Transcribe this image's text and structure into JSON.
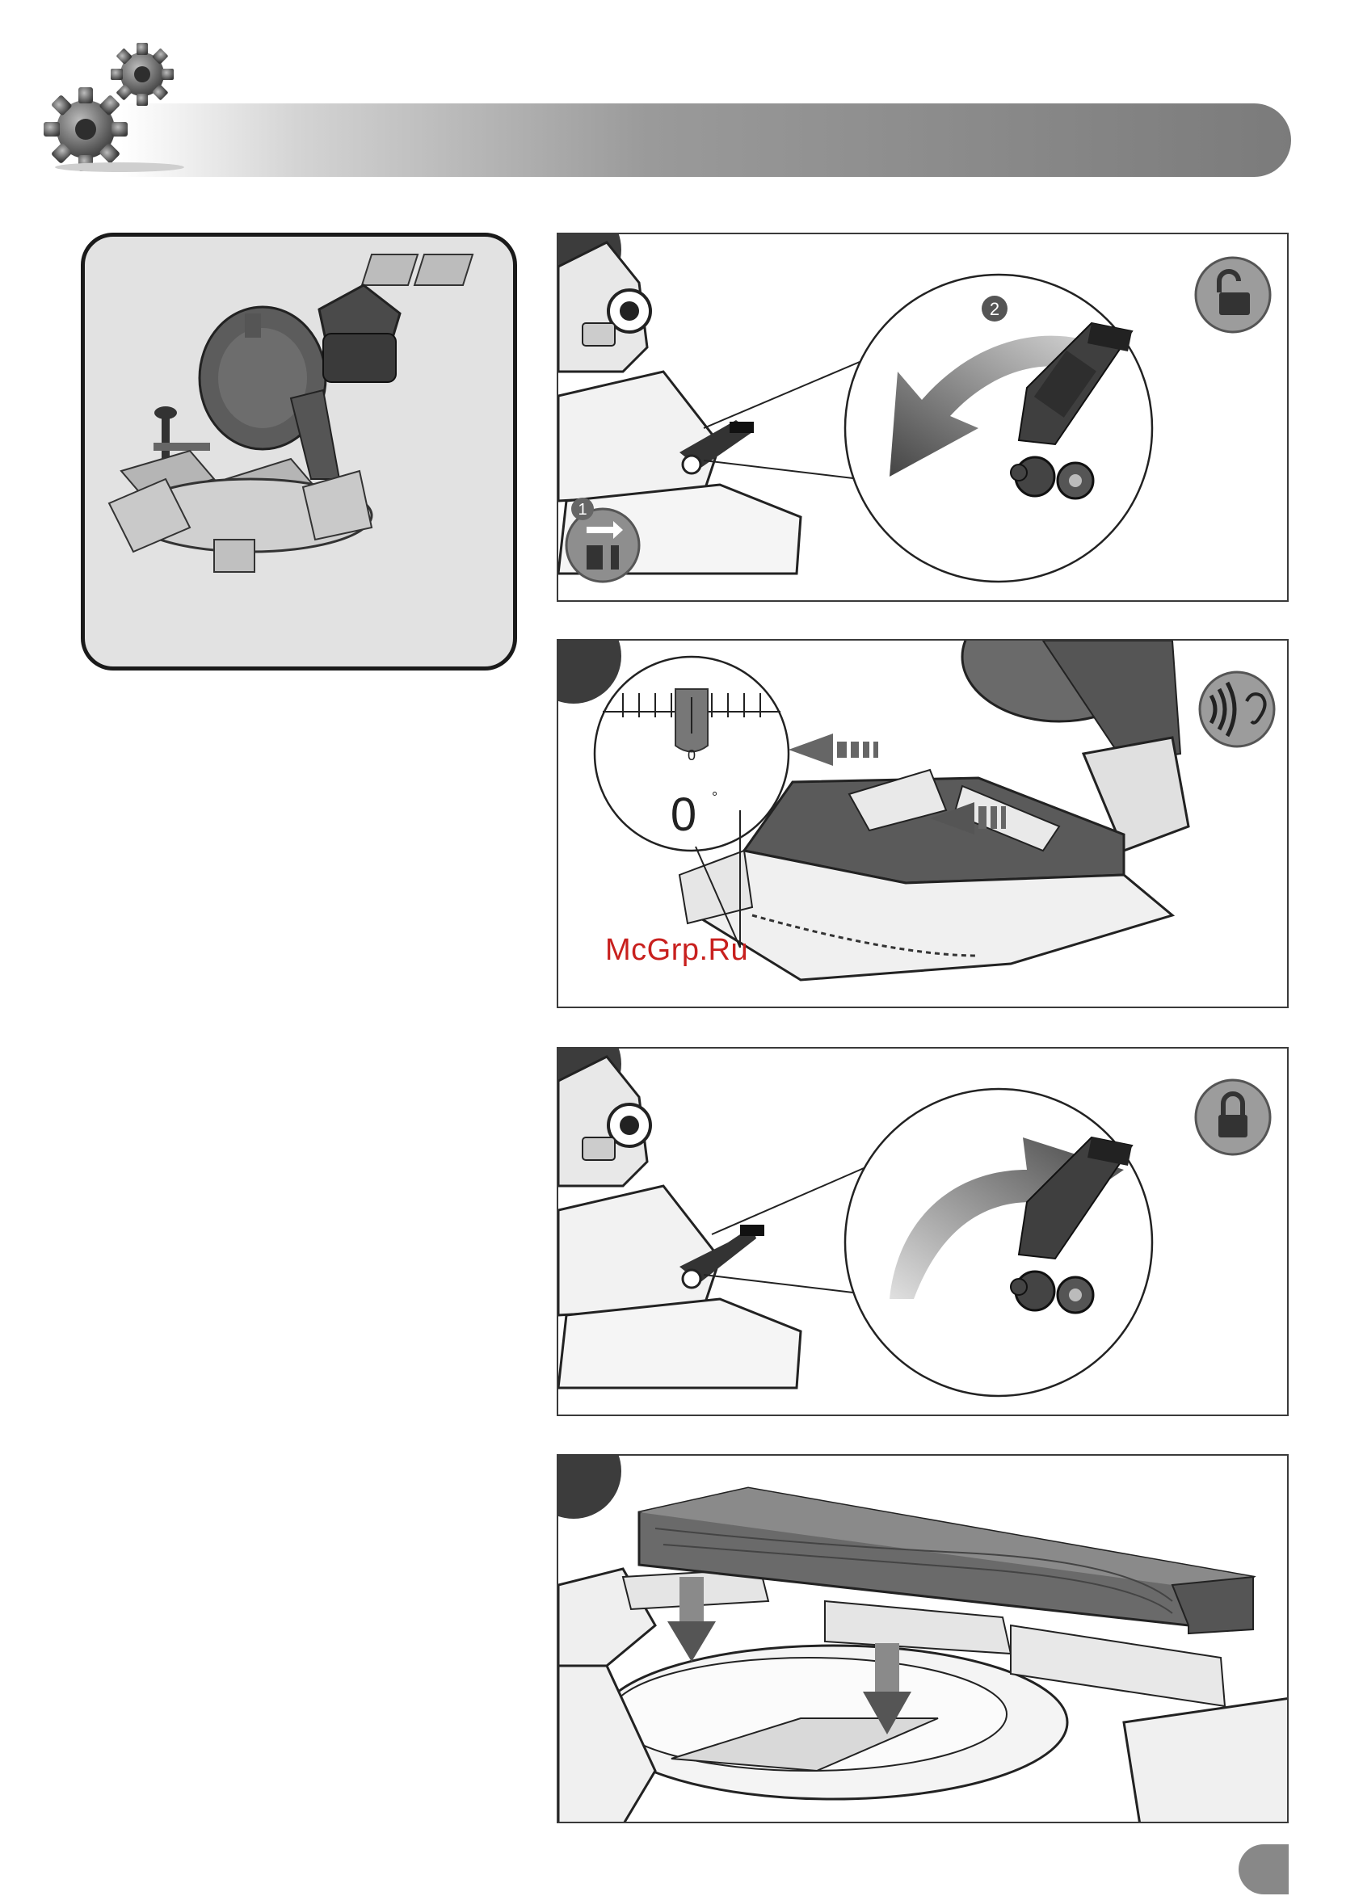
{
  "watermark": "McGrp.Ru",
  "panel2": {
    "angle_label": "0",
    "degree_symbol": "°",
    "scale_zero": "0"
  },
  "panel1": {
    "step1_badge": "1",
    "step2_badge": "2"
  }
}
